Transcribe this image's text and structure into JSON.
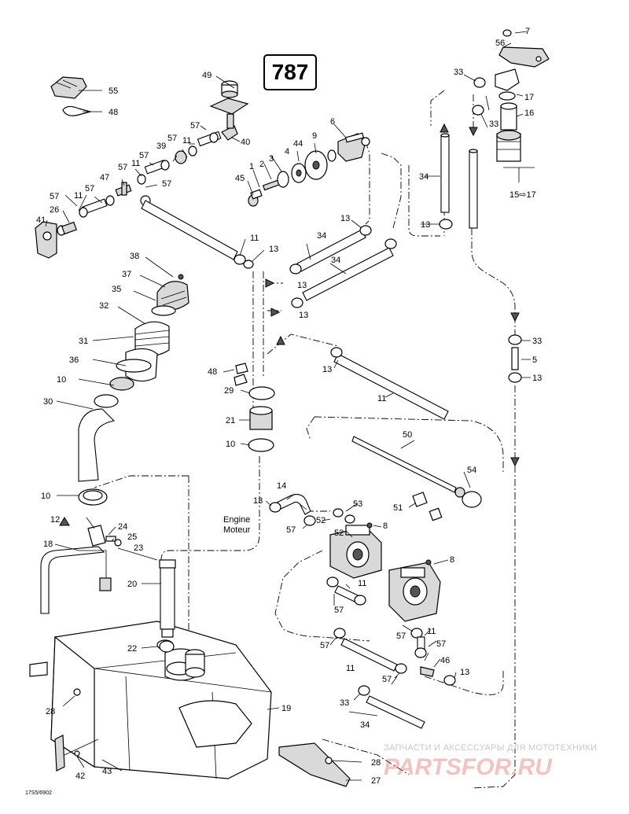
{
  "diagram_number": "787",
  "drawing_code": "17S5/6902",
  "labels": {
    "engine_line1": "Engine",
    "engine_line2": "Moteur",
    "ref_15_17": "15⇨17"
  },
  "watermark": {
    "top": "ЗАПЧАСТИ И АКСЕССУАРЫ ДЛЯ МОТОТЕХНИКИ",
    "main": "PARTSFOR.RU"
  },
  "callouts": {
    "c1": "1",
    "c2": "2",
    "c3": "3",
    "c4": "4",
    "c5": "5",
    "c6": "6",
    "c7": "7",
    "c8a": "8",
    "c8b": "8",
    "c9": "9",
    "c10a": "10",
    "c10b": "10",
    "c10c": "10",
    "c11a": "11",
    "c11b": "11",
    "c11c": "11",
    "c11d": "11",
    "c11e": "11",
    "c11f": "11",
    "c11g": "11",
    "c11h": "11",
    "c12": "12",
    "c13a": "13",
    "c13b": "13",
    "c13c": "13",
    "c13d": "13",
    "c13e": "13",
    "c13f": "13",
    "c13g": "13",
    "c13h": "13",
    "c13i": "13",
    "c14": "14",
    "c16": "16",
    "c17": "17",
    "c18": "18",
    "c19": "19",
    "c20": "20",
    "c21": "21",
    "c22": "22",
    "c23": "23",
    "c24": "24",
    "c25": "25",
    "c26": "26",
    "c27": "27",
    "c28a": "28",
    "c28b": "28",
    "c29": "29",
    "c30": "30",
    "c31": "31",
    "c32": "32",
    "c33a": "33",
    "c33b": "33",
    "c33c": "33",
    "c33d": "33",
    "c34a": "34",
    "c34b": "34",
    "c34c": "34",
    "c34d": "34",
    "c35": "35",
    "c36": "36",
    "c37": "37",
    "c38": "38",
    "c39": "39",
    "c40": "40",
    "c41": "41",
    "c42": "42",
    "c43": "43",
    "c44": "44",
    "c45": "45",
    "c46": "46",
    "c47": "47",
    "c48a": "48",
    "c48b": "48",
    "c49": "49",
    "c50": "50",
    "c51": "51",
    "c52a": "52",
    "c52b": "52",
    "c53": "53",
    "c54": "54",
    "c55": "55",
    "c56": "56",
    "c57a": "57",
    "c57b": "57",
    "c57c": "57",
    "c57d": "57",
    "c57e": "57",
    "c57f": "57",
    "c57g": "57",
    "c57h": "57",
    "c57i": "57",
    "c57j": "57",
    "c57k": "57",
    "c57l": "57"
  }
}
